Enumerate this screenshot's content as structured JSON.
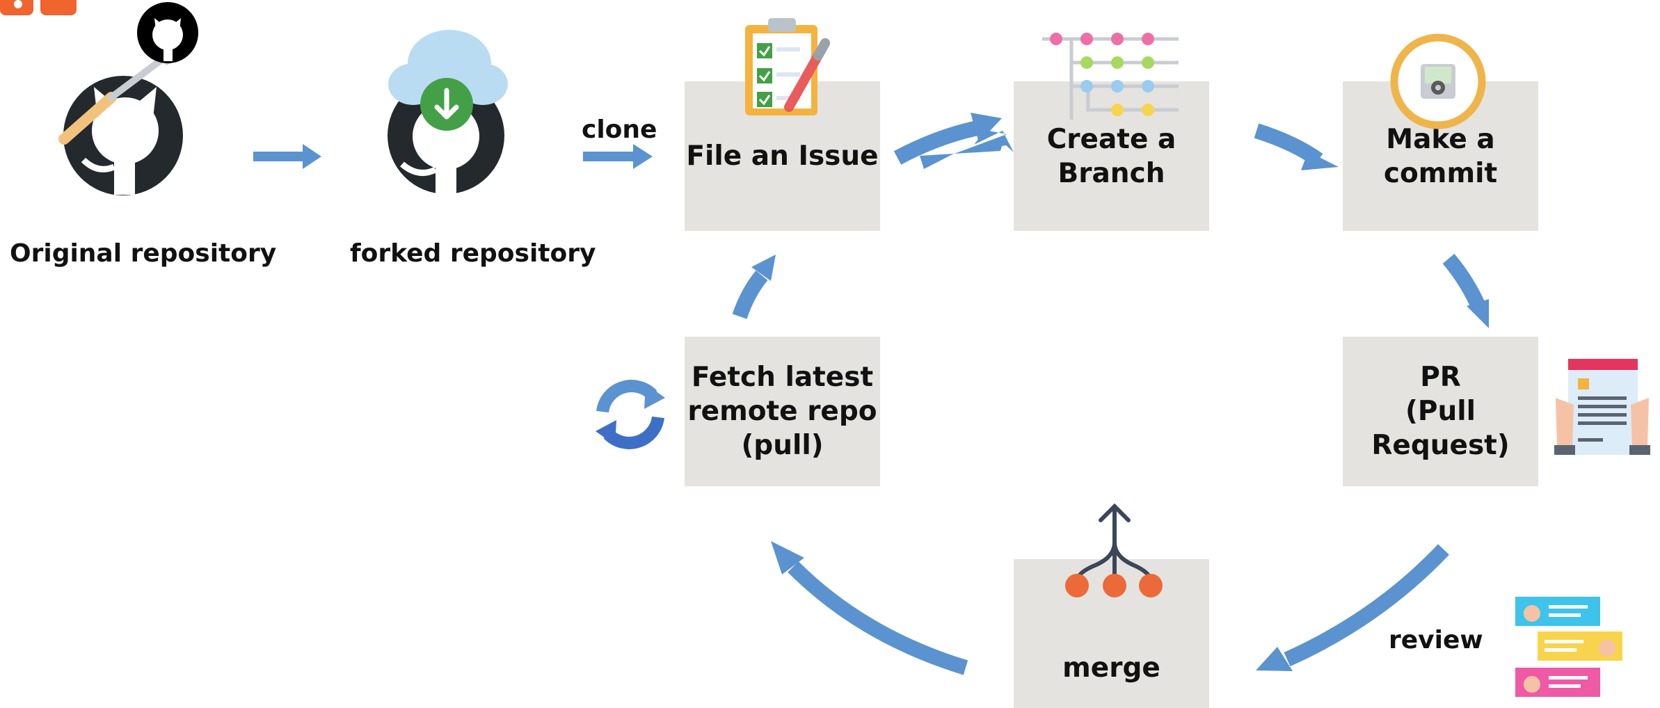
{
  "original_label": "Original repository",
  "forked_label": "forked repository",
  "clone_label": "clone",
  "review_label": "review",
  "steps": {
    "issue": [
      "File an Issue"
    ],
    "branch": [
      "Create a",
      "Branch"
    ],
    "commit": [
      "Make a",
      "commit"
    ],
    "pr": [
      "PR",
      "(Pull Request)"
    ],
    "merge": [
      "merge"
    ],
    "fetch": [
      "Fetch latest",
      "remote repo",
      "(pull)"
    ]
  },
  "colors": {
    "arrow": "#5a93cf",
    "box": "#e4e3df",
    "github": "#24292e",
    "checkmark_green": "#43a047",
    "cloud": "#b9dcf3",
    "merge_node": "#ec6a3a",
    "commit_ring": "#efb54a",
    "brand_orange": "#f0642d"
  },
  "icons": {
    "original": "github-octocat-fork-icon",
    "forked": "github-cloud-download-icon",
    "issue": "clipboard-checklist-icon",
    "branch": "branch-graph-icon",
    "commit": "camera-icon",
    "pr": "document-hands-icon",
    "merge": "merge-tree-icon",
    "fetch": "refresh-icon",
    "review": "review-cards-icon",
    "logo": "brand-logo-icon"
  }
}
